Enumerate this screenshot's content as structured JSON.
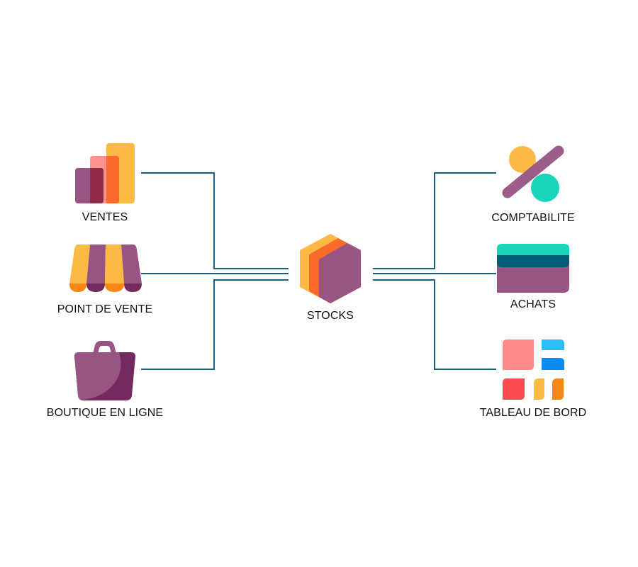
{
  "diagram": {
    "type": "hub-and-spoke",
    "hub": {
      "id": "stocks",
      "label": "STOCKS",
      "icon": "hexagon-stack-icon"
    },
    "left_nodes": [
      {
        "id": "ventes",
        "label": "VENTES",
        "icon": "bar-chart-icon"
      },
      {
        "id": "point-de-vente",
        "label": "POINT DE VENTE",
        "icon": "awning-store-icon"
      },
      {
        "id": "boutique-en-ligne",
        "label": "BOUTIQUE EN LIGNE",
        "icon": "shopping-bag-icon"
      }
    ],
    "right_nodes": [
      {
        "id": "comptabilite",
        "label": "COMPTABILITE",
        "icon": "percent-icon"
      },
      {
        "id": "achats",
        "label": "ACHATS",
        "icon": "credit-card-icon"
      },
      {
        "id": "tableau-de-bord",
        "label": "TABLEAU DE BORD",
        "icon": "dashboard-tiles-icon"
      }
    ],
    "connections": [
      {
        "from": "ventes",
        "to": "stocks"
      },
      {
        "from": "point-de-vente",
        "to": "stocks"
      },
      {
        "from": "boutique-en-ligne",
        "to": "stocks"
      },
      {
        "from": "stocks",
        "to": "comptabilite"
      },
      {
        "from": "stocks",
        "to": "achats"
      },
      {
        "from": "stocks",
        "to": "tableau-de-bord"
      }
    ]
  },
  "colors": {
    "connector": "#1f5f7e",
    "purple": "#985584",
    "dark_purple": "#732a5c",
    "yellow": "#fbb945",
    "orange": "#fa6a2a",
    "pink": "#fe8a8a",
    "teal": "#1ad3bb",
    "navy": "#005e7a",
    "red": "#fc4a52",
    "light_blue": "#2ebcfa",
    "blue": "#088bf5",
    "dark_orange": "#f78613"
  }
}
